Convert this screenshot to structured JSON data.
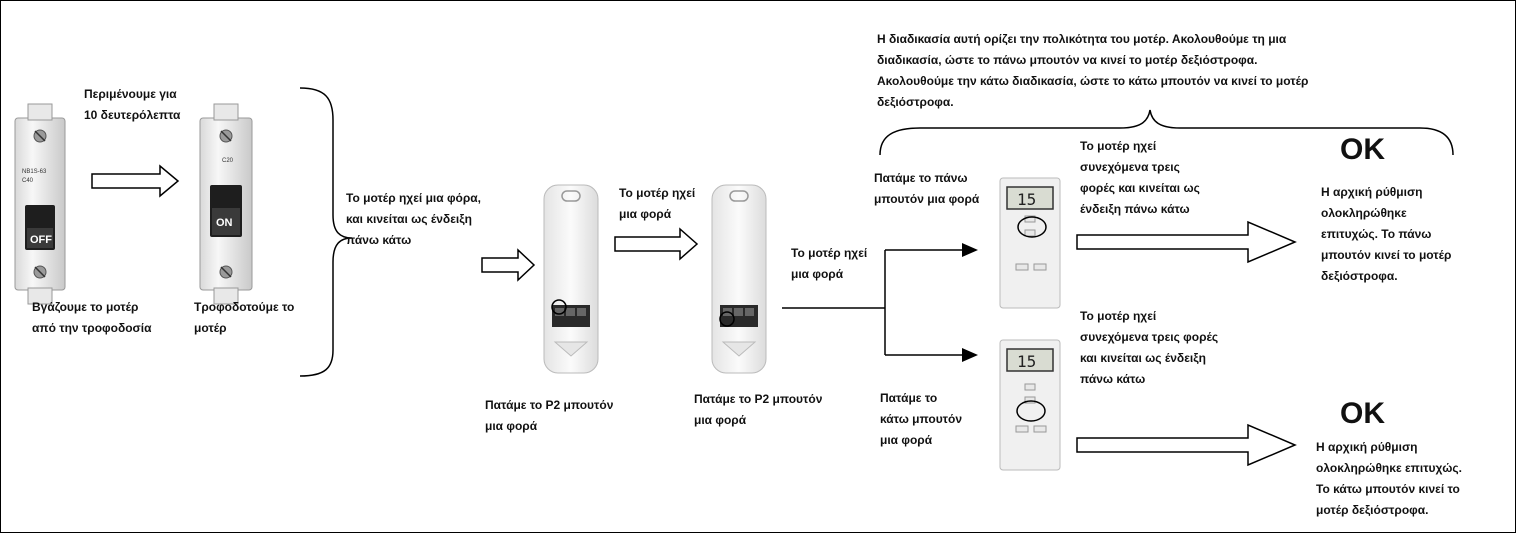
{
  "labels": {
    "wait": "Περιμένουμε για\n10 δευτερόλεπτα",
    "unplug": "Βγάζουμε το μοτέρ\nαπό την τροφοδοσία",
    "power_on": "Τροφοδοτούμε το\nμοτέρ",
    "beep_move": "Το μοτέρ ηχεί μια φόρα,\nκαι  κινείται ως ένδειξη\nπάνω κάτω",
    "beep_once_1": "Το μοτέρ ηχεί\nμια φορά",
    "press_p2_1": "Πατάμε το P2 μπουτόν\nμια φορά",
    "press_p2_2": "Πατάμε το P2 μπουτόν\nμια φορά",
    "beep_once_2": "Το μοτέρ ηχεί\nμια φορά",
    "polarity_note": "Η διαδικασία αυτή ορίζει την πολικότητα του μοτέρ. Ακολουθούμε τη μια\nδιαδικασία, ώστε το πάνω μπουτόν να κινεί το μοτέρ δεξιόστροφα.\nΑκολουθούμε την κάτω διαδικασία, ώστε το κάτω μπουτόν να κινεί το μοτέρ\nδεξιόστροφα.",
    "press_up": "Πατάμε το πάνω\nμπουτόν μια φορά",
    "beep_three_up": "Το μοτέρ ηχεί\nσυνεχόμενα τρεις\nφορές και κινείται ως\nένδειξη πάνω κάτω",
    "ok_top": "OK",
    "result_top": "Η αρχική ρύθμιση\nολοκληρώθηκε\nεπιτυχώς. Το πάνω\nμπουτόν κινεί το μοτέρ\nδεξιόστροφα.",
    "beep_three_down": "Το μοτέρ ηχεί\nσυνεχόμενα τρεις φορές\nκαι κινείται ως ένδειξη\nπάνω κάτω",
    "press_down": "Πατάμε το\nκάτω μπουτόν\nμια φορά",
    "ok_bottom": "OK",
    "result_bottom": "Η αρχική ρύθμιση\nολοκληρώθηκε επιτυχώς.\nΤο κάτω μπουτόν κινεί το\nμοτέρ δεξιόστροφα."
  },
  "devices": {
    "breaker_off": {
      "model": "NB1S-63",
      "rating": "C40",
      "switch": "OFF"
    },
    "breaker_on": {
      "rating": "C20",
      "switch": "ON"
    },
    "remote_display_top": "15",
    "remote_display_bottom": "15"
  }
}
